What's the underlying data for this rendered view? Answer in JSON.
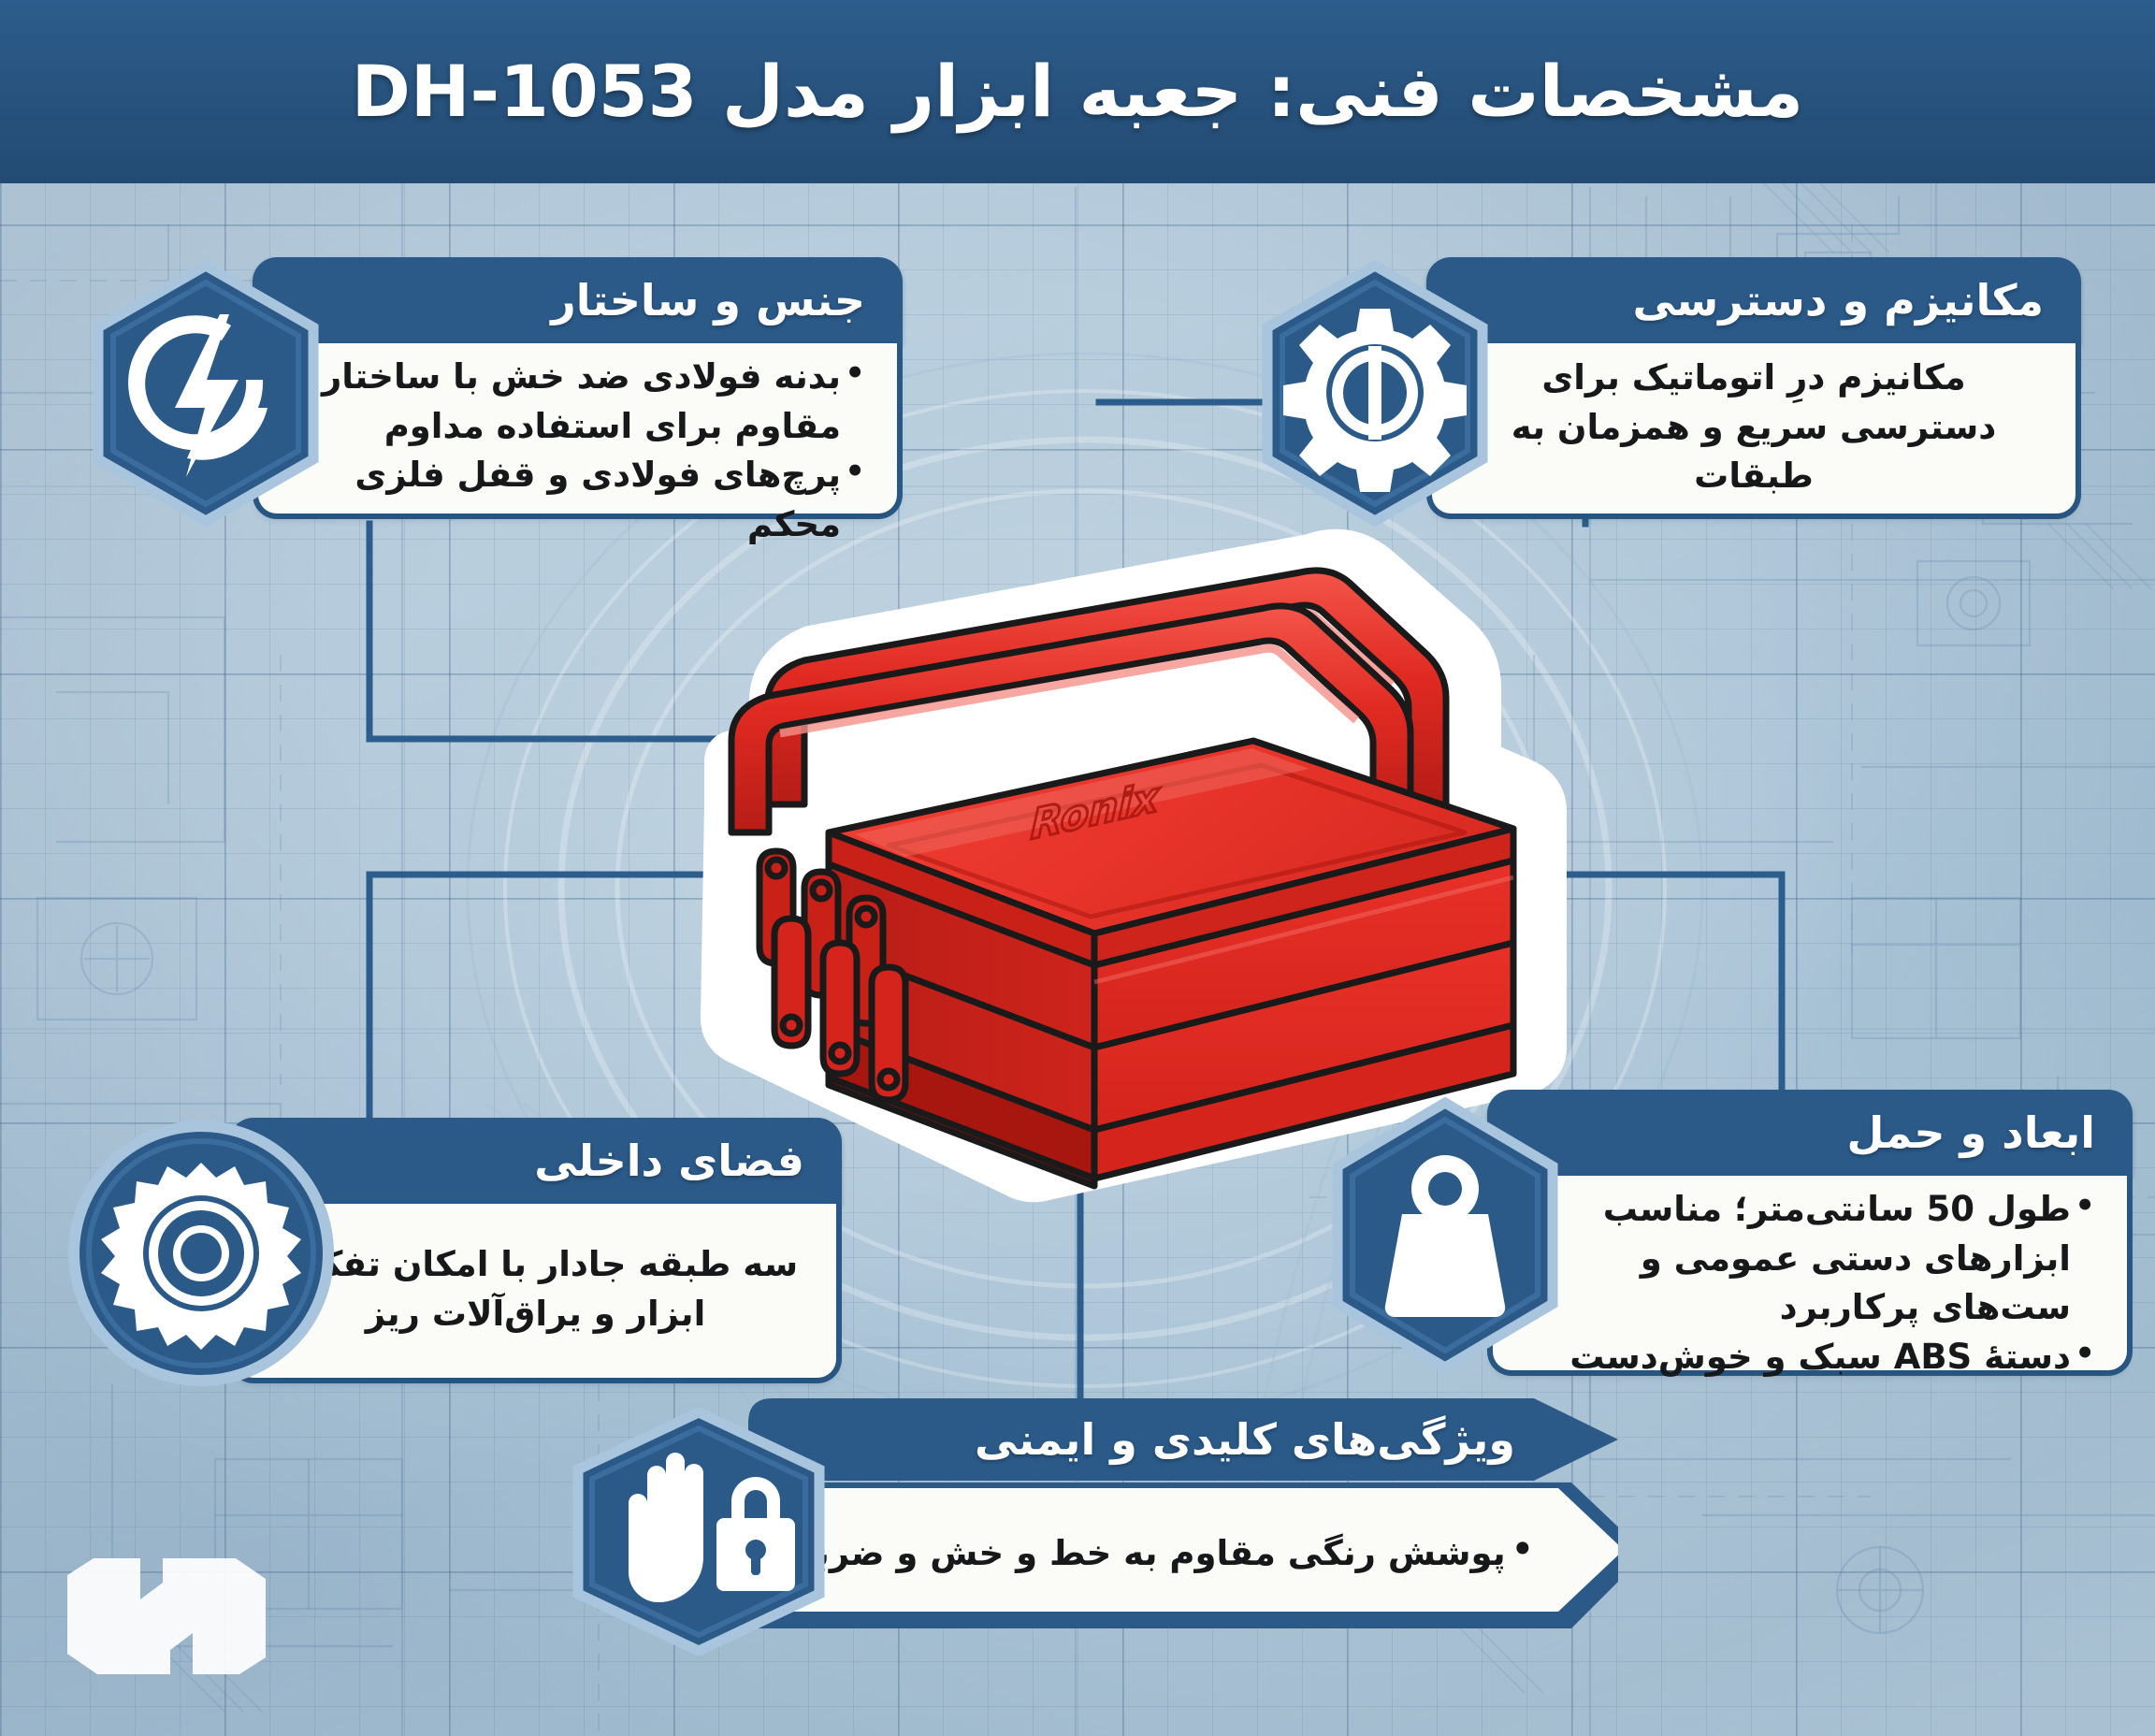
{
  "header": {
    "title": "مشخصات فنی: جعبه ابزار مدل DH-1053"
  },
  "product": {
    "brand_on_lid": "Ronix",
    "image_alt": "جعبه ابزار فلزی قرمز سه طبقه"
  },
  "colors": {
    "header_blue": "#27527d",
    "card_blue": "#2b5a89",
    "badge_border": "#9cbada",
    "panel_bg": "#fbfbf8",
    "background_blue": "#b8cedd",
    "toolbox_red": "#e02a22",
    "connector_line": "#2d5d8c"
  },
  "cards": [
    {
      "id": "material-structure",
      "icon": "lightning-bolt-icon",
      "badge_shape": "hexagon",
      "title": "جنس و ساختار",
      "bullets": [
        "بدنه فولادی ضد خش با ساختار مقاوم برای استفاده مداوم",
        "پرچ‌های فولادی و قفل فلزی محکم"
      ]
    },
    {
      "id": "mechanism-access",
      "icon": "gear-icon",
      "badge_shape": "hexagon",
      "title": "مکانیزم و دسترسی",
      "bullets": [
        "مکانیزم درِ اتوماتیک برای دسترسی سریع و همزمان به طبقات"
      ]
    },
    {
      "id": "internal-space",
      "icon": "saw-blade-icon",
      "badge_shape": "circle",
      "title": "فضای داخلی",
      "bullets": [
        "سه طبقه جادار با امکان تفکیک ابزار و یراق‌آلات ریز"
      ]
    },
    {
      "id": "dimensions-carrying",
      "icon": "weight-icon",
      "badge_shape": "hexagon",
      "title": "ابعاد و حمل",
      "bullets": [
        "طول 50 سانتی‌متر؛ مناسب ابزارهای دستی عمومی و ست‌های پرکاربرد",
        "دستۀ ABS سبک و خوش‌دست"
      ]
    },
    {
      "id": "key-features-safety",
      "icon": "hand-lock-icon",
      "badge_shape": "hexagon",
      "title": "ویژگی‌های کلیدی و ایمنی",
      "bullets": [
        "پوشش رنگی مقاوم به خط و خش و ضربه"
      ]
    }
  ],
  "brand_mark": {
    "name": "nn-logo"
  }
}
